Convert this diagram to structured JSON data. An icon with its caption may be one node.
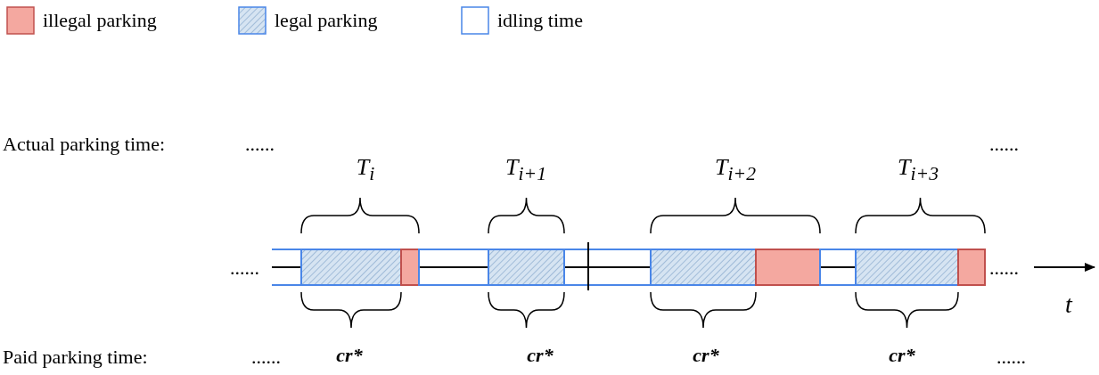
{
  "diagram": {
    "labels": [
      "Actual parking time:",
      "......",
      "T$_{i}$",
      "T$_{i+1}$",
      "T$_{i+2}$",
      "T$_{i+3}$",
      "......",
      "......",
      "......",
      "t",
      "Paid parking time:",
      "......",
      "cr*",
      "cr*",
      "cr*",
      "cr*",
      "......"
    ],
    "legend": [
      {
        "text": "illegal parking",
        "color": "#f4a8a0"
      },
      {
        "text": "legal parking"
      },
      {
        "text": "idling time"
      }
    ]
  }
}
